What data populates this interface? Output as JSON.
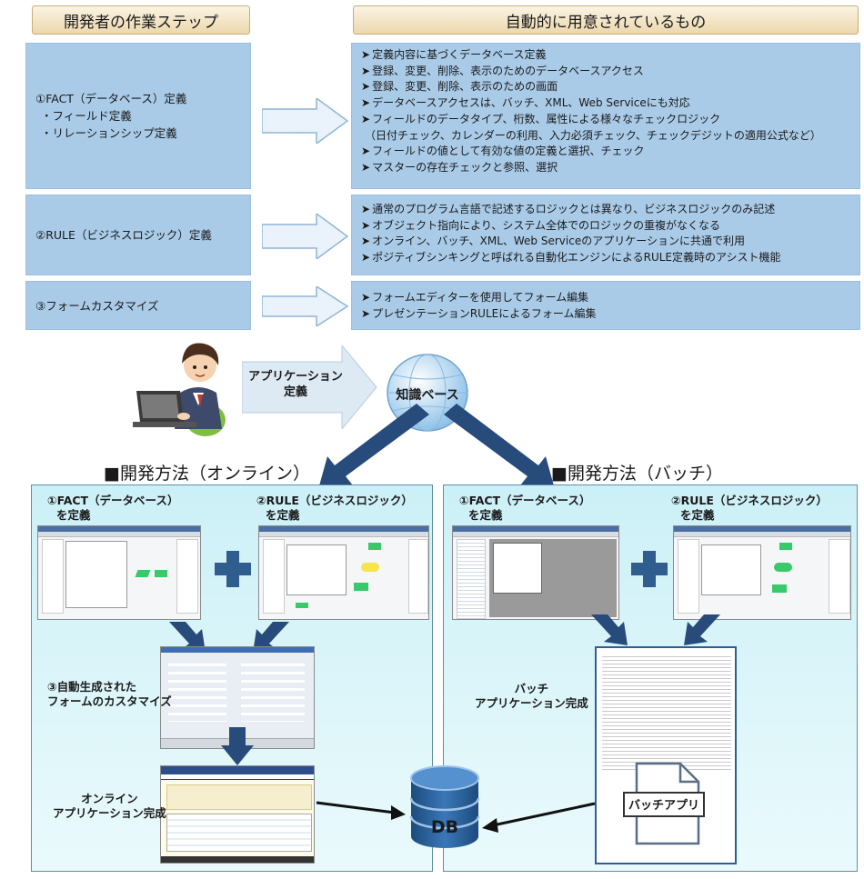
{
  "header_left": "開発者の作業ステップ",
  "header_right": "自動的に用意されているもの",
  "bullet_glyph": "➤",
  "steps": [
    {
      "title": "①FACT（データベース）定義",
      "subs": [
        "・フィールド定義",
        "・リレーションシップ定義"
      ]
    },
    {
      "title": "②RULE（ビジネスロジック）定義",
      "subs": []
    },
    {
      "title": "③フォームカスタマイズ",
      "subs": []
    }
  ],
  "auto_groups": [
    [
      "定義内容に基づくデータベース定義",
      "登録、変更、削除、表示のためのデータベースアクセス",
      "登録、変更、削除、表示のための画面",
      "データベースアクセスは、バッチ、XML、Web Serviceにも対応",
      "フィールドのデータタイプ、桁数、属性による様々なチェックロジック",
      "（日付チェック、カレンダーの利用、入力必須チェック、チェックデジットの適用公式など）",
      "フィールドの値として有効な値の定義と選択、チェック",
      "マスターの存在チェックと参照、選択"
    ],
    [
      "通常のプログラム言語で記述するロジックとは異なり、ビジネスロジックのみ記述",
      "オブジェクト指向により、システム全体でのロジックの重複がなくなる",
      "オンライン、バッチ、XML、Web Serviceのアプリケーションに共通で利用",
      "ポジティブシンキングと呼ばれる自動化エンジンによるRULE定義時のアシスト機能"
    ],
    [
      "フォームエディターを使用してフォーム編集",
      "プレゼンテーションRULEによるフォーム編集"
    ]
  ],
  "app_def_label": [
    "アプリケーション",
    "定義"
  ],
  "knowledge_base": "知識ベース",
  "online": {
    "section_title": "■開発方法（オンライン）",
    "fact": [
      "①FACT（データベース）",
      "を定義"
    ],
    "rule": [
      "②RULE（ビジネスロジック）",
      "を定義"
    ],
    "customize": [
      "③自動生成された",
      "フォームのカスタマイズ"
    ],
    "done": [
      "オンライン",
      "アプリケーション完成"
    ]
  },
  "batch": {
    "section_title": "■開発方法（バッチ）",
    "fact": [
      "①FACT（データベース）",
      "を定義"
    ],
    "rule": [
      "②RULE（ビジネスロジック）",
      "を定義"
    ],
    "done": [
      "バッチ",
      "アプリケーション完成"
    ],
    "app_label": "バッチアプリ"
  },
  "db_label": "DB",
  "colors": {
    "step_bg": "#a9cbe8",
    "panel_border": "#5e8ea7",
    "arrow_dark": "#274b7a",
    "plus": "#2e5d8e",
    "db": "#2b5f95"
  }
}
